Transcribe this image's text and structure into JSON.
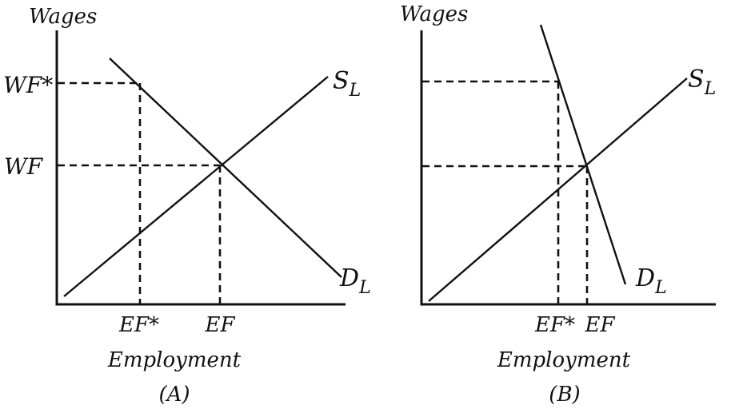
{
  "panel_a": {
    "y_axis_label": "Wages",
    "x_axis_label": "Employment",
    "caption": "(A)",
    "supply_label_main": "S",
    "supply_label_sub": "L",
    "demand_label_main": "D",
    "demand_label_sub": "L",
    "wage_high_label": "WF*",
    "wage_eq_label": "WF",
    "emp_low_label": "EF*",
    "emp_eq_label": "EF"
  },
  "panel_b": {
    "y_axis_label": "Wages",
    "x_axis_label": "Employment",
    "caption": "(B)",
    "supply_label_main": "S",
    "supply_label_sub": "L",
    "demand_label_main": "D",
    "demand_label_sub": "L",
    "emp_low_label": "EF*",
    "emp_eq_label": "EF"
  }
}
